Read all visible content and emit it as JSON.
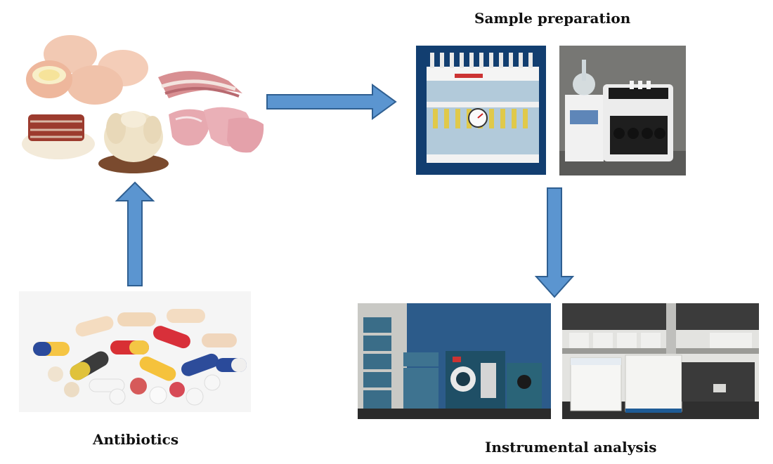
{
  "labels": {
    "sample_preparation": "Sample preparation",
    "antibiotics": "Antibiotics",
    "instrumental_analysis": "Instrumental analysis"
  },
  "colors": {
    "arrow_fill": "#5b95d0",
    "arrow_stroke": "#2f5f91",
    "instrument_blue": "#2d5a86",
    "lab_bg": "#e6e6e4"
  }
}
